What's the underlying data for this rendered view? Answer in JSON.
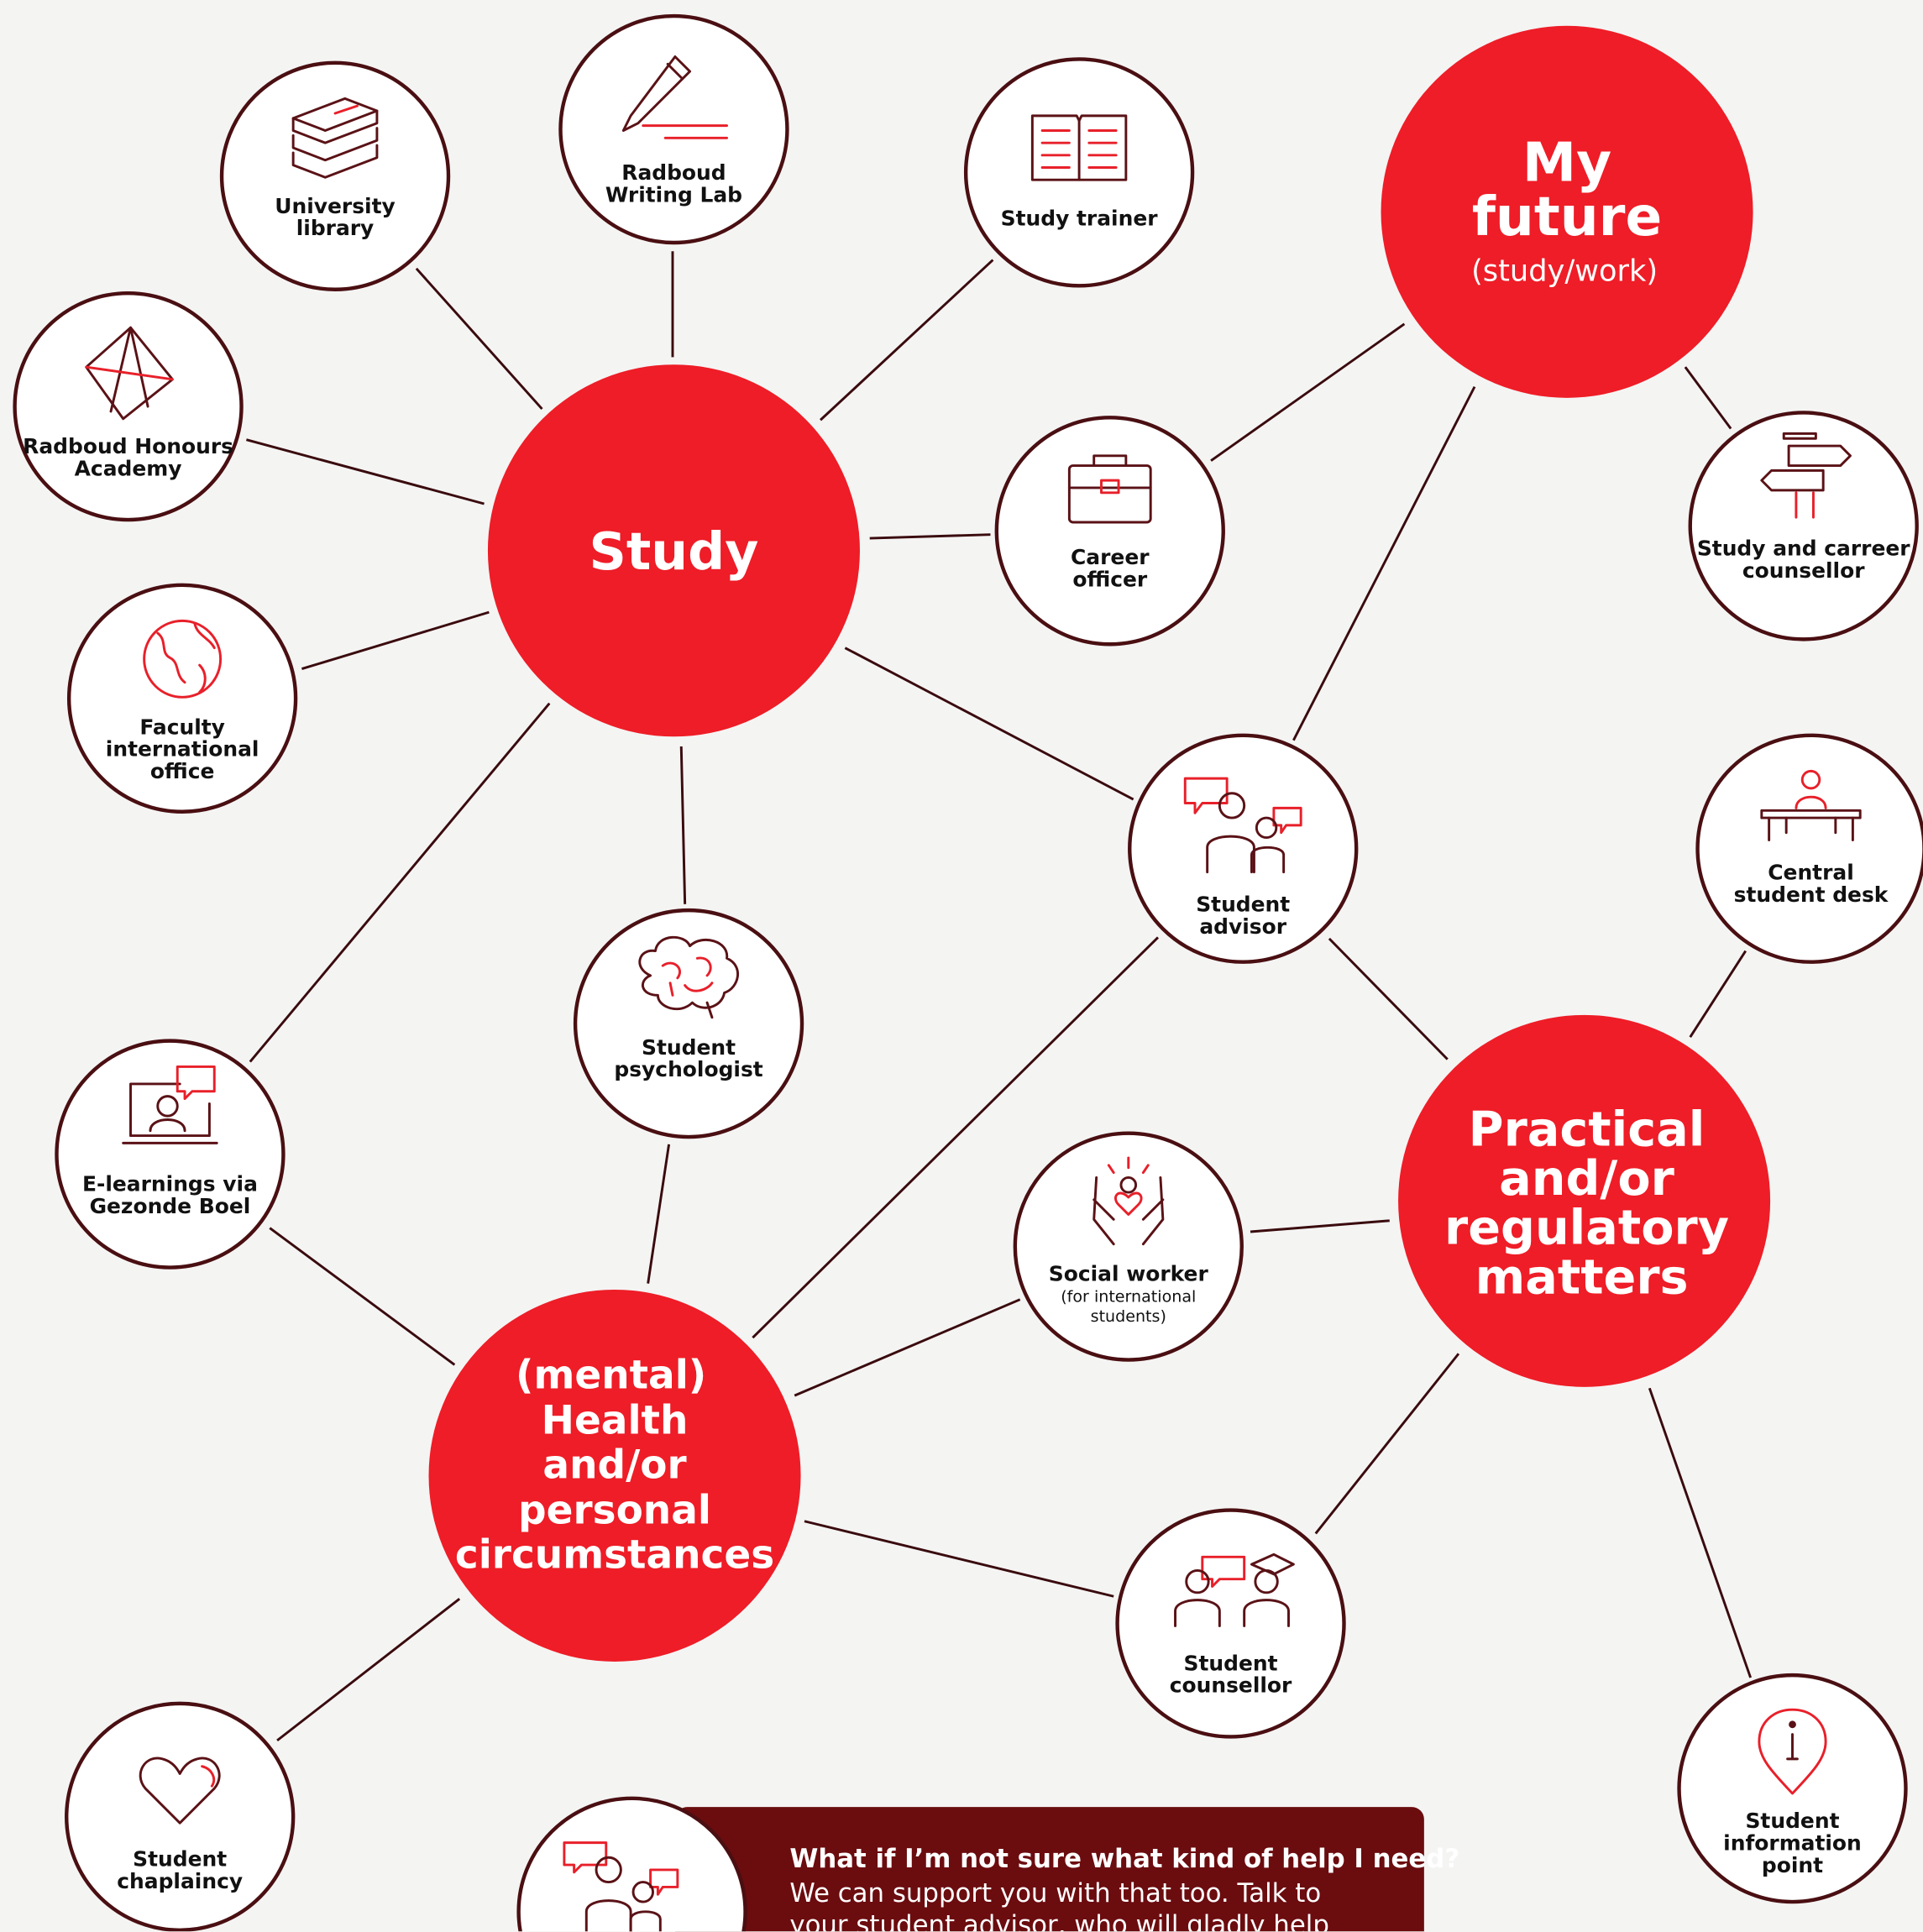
{
  "hubs": {
    "study": "Study",
    "future_line1": "My",
    "future_line2": "future",
    "future_sub": "(study/work)",
    "practical_line1": "Practical",
    "practical_line2": "and/or",
    "practical_line3": "regulatory",
    "practical_line4": "matters",
    "health_line1": "(mental)",
    "health_line2": "Health",
    "health_line3": "and/or",
    "health_line4": "personal",
    "health_line5": "circumstances"
  },
  "nodes": {
    "university_library": [
      "University",
      "library"
    ],
    "writing_lab": [
      "Radboud",
      "Writing Lab"
    ],
    "study_trainer": [
      "Study trainer"
    ],
    "honours_academy": [
      "Radboud Honours",
      "Academy"
    ],
    "faculty_international_office": [
      "Faculty",
      "international",
      "office"
    ],
    "career_officer": [
      "Career",
      "officer"
    ],
    "study_career_counsellor": [
      "Study and carreer",
      "counsellor"
    ],
    "student_advisor": [
      "Student",
      "advisor"
    ],
    "central_student_desk": [
      "Central",
      "student desk"
    ],
    "student_psychologist": [
      "Student",
      "psychologist"
    ],
    "elearnings": [
      "E-learnings via",
      "Gezonde Boel"
    ],
    "social_worker": [
      "Social worker"
    ],
    "social_worker_sub": [
      "(for international",
      "students)"
    ],
    "student_counsellor": [
      "Student",
      "counsellor"
    ],
    "student_information_point": [
      "Student",
      "information",
      "point"
    ],
    "student_chaplaincy": [
      "Student",
      "chaplaincy"
    ]
  },
  "callout": {
    "title": "What if I’m not sure what kind of help I need?",
    "line1": "We can support you with that too. Talk to",
    "line2": "your student advisor, who will gladly help"
  },
  "colors": {
    "hub_red": "#ee1d27",
    "outline_dark": "#4a0f12",
    "icon_dark": "#5a1216",
    "icon_red": "#e8202a",
    "callout_bg": "#6b0c0f",
    "background": "#f4f4f3"
  }
}
